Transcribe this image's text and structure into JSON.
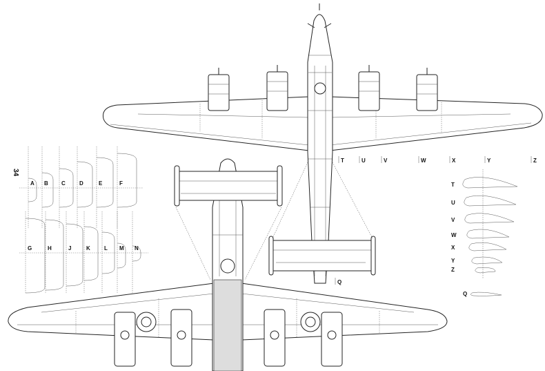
{
  "page_number": "34",
  "fuselage_sections_row1": [
    "A",
    "B",
    "C",
    "D",
    "E",
    "F"
  ],
  "fuselage_sections_row2": [
    "G",
    "H",
    "J",
    "K",
    "L",
    "M",
    "N"
  ],
  "wing_stations": [
    "T",
    "U",
    "V",
    "W",
    "X",
    "Y",
    "Z"
  ],
  "airfoil_labels": [
    "T",
    "U",
    "V",
    "W",
    "X",
    "Y",
    "Z"
  ],
  "tail_station": "Q",
  "tail_airfoil_label": "Q"
}
